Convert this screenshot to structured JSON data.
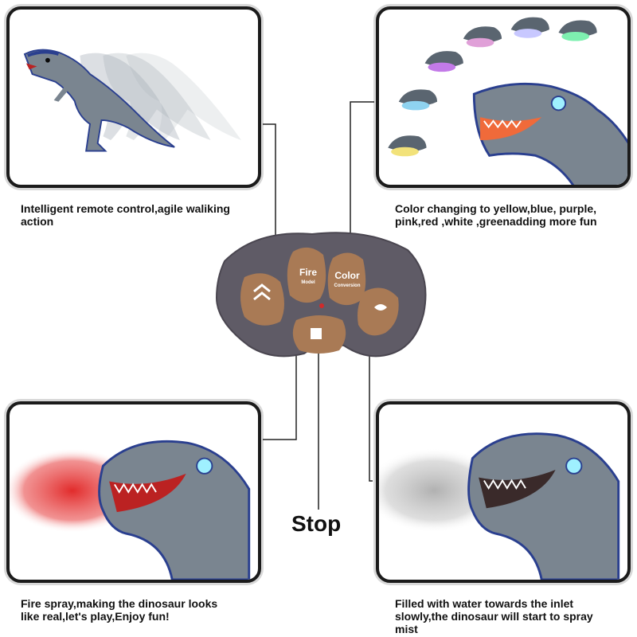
{
  "captions": {
    "walk": "Intelligent remote control,agile waliking\naction",
    "color": "Color changing to  yellow,blue, purple,\npink,red ,white ,greenadding more fun",
    "fire": "Fire spray,making the dinosaur looks\nlike real,let's play,Enjoy fun!",
    "mist": "Filled with water towards the inlet\nslowly,the dinosaur will start to spray\nmist"
  },
  "stop_label": "Stop",
  "remote": {
    "fire_button": {
      "title": "Fire",
      "subtitle": "Model"
    },
    "color_button": {
      "title": "Color",
      "subtitle": "Conversion"
    }
  },
  "colors": {
    "remote_body": "#5f5b66",
    "button_fill": "#a97a55",
    "dino_body": "#7a8590",
    "dino_stripe": "#2a3f8f",
    "fire_spray": "#e02020",
    "mist_spray": "#b8b8b8"
  },
  "icons": {
    "forward_button": "double-chevron-up-icon",
    "stop_button": "stop-square-icon",
    "spray_button": "spray-icon",
    "indicator": "red-led-icon"
  }
}
